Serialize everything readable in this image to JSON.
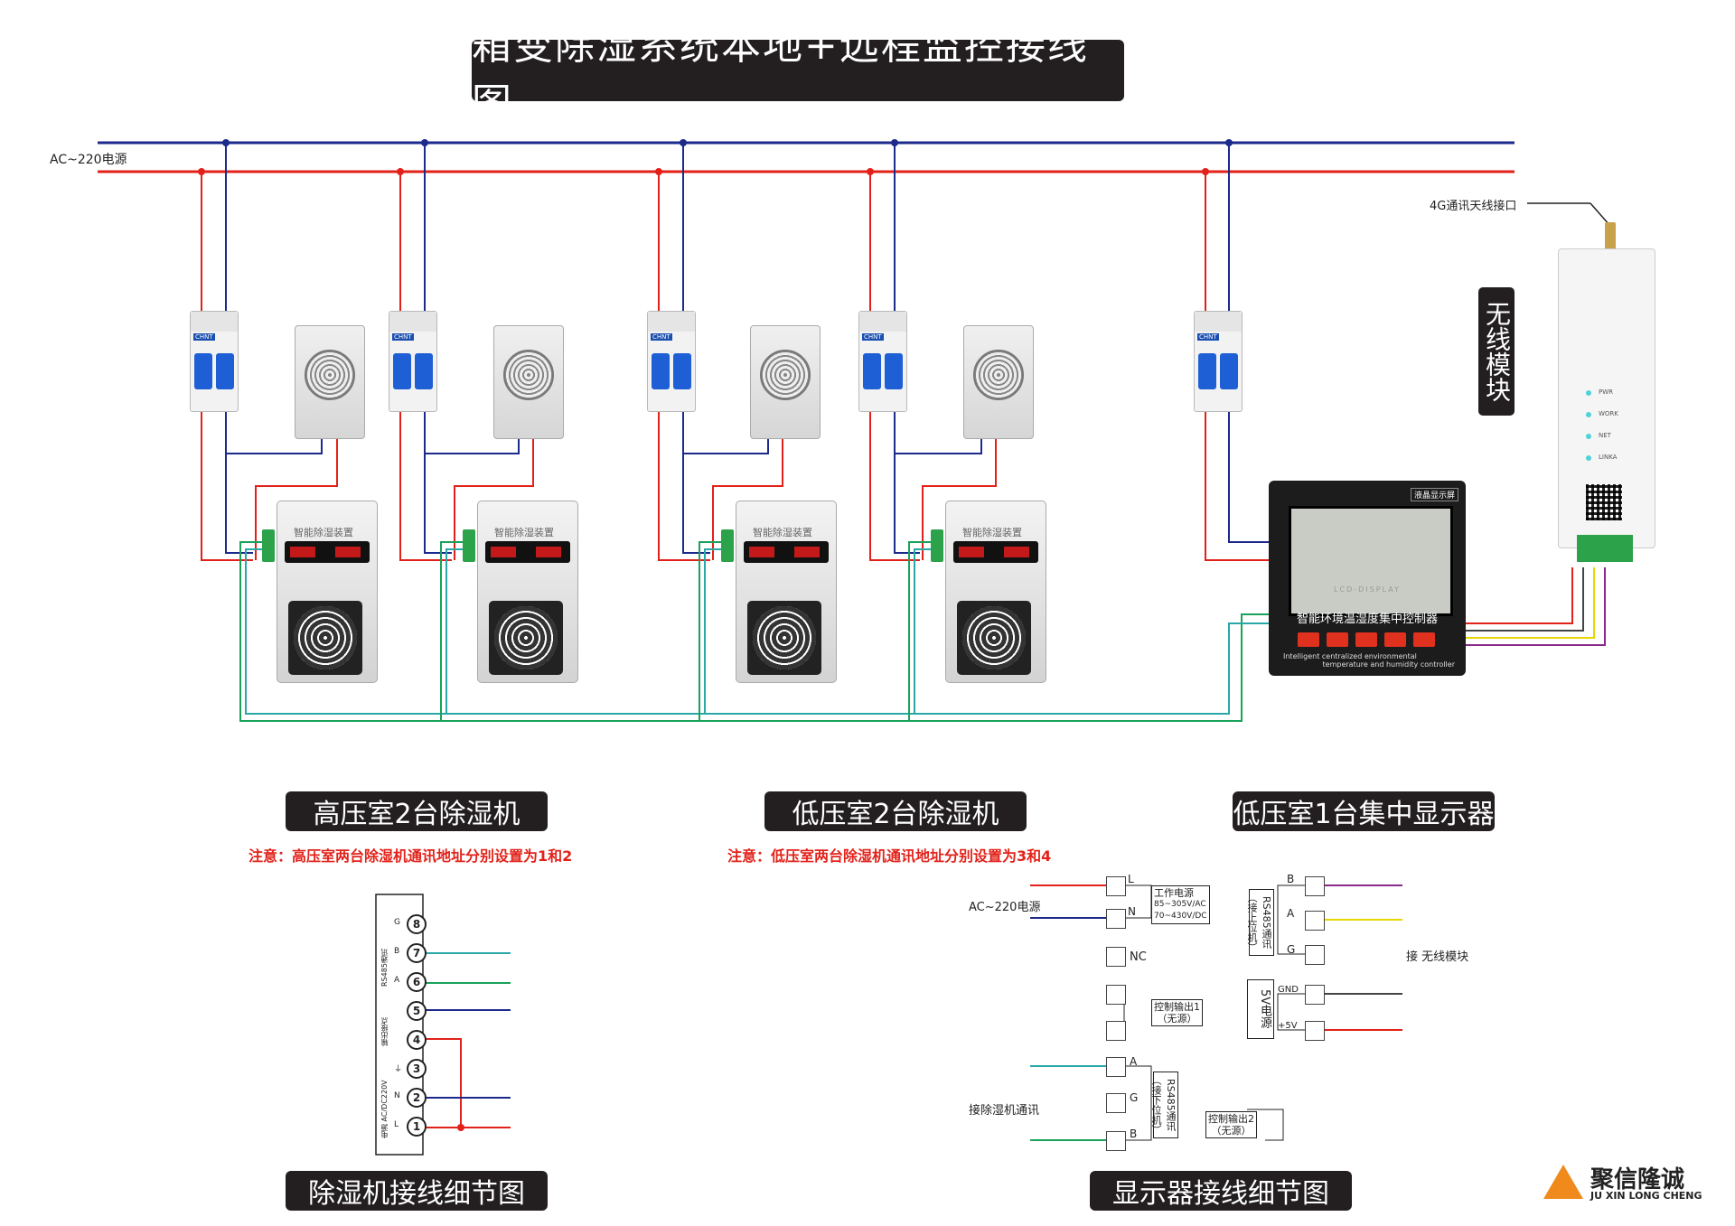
{
  "title": "箱变除湿系统本地+远程监控接线图",
  "power_label": "AC~220电源",
  "antenna_label": "4G通讯天线接口",
  "wireless_module_label": "无线模块",
  "wireless_leds": [
    "PWR",
    "WORK",
    "NET",
    "LINKA"
  ],
  "breaker_brand": "CHNT",
  "dehumidifier_panel_label": "智能除湿装置",
  "controller": {
    "badge": "液晶显示屏",
    "lcd_word": "LCD-DISPLAY",
    "title": "智能环境温湿度集中控制器",
    "subtitle_1": "Intelligent centralized environmental",
    "subtitle_2": "temperature and humidity controller"
  },
  "section_labels": {
    "high_voltage": "高压室2台除湿机",
    "low_voltage": "低压室2台除湿机",
    "display": "低压室1台集中显示器",
    "dehum_detail": "除湿机接线细节图",
    "display_detail": "显示器接线细节图"
  },
  "notes": {
    "high": "注意：高压室两台除湿机通讯地址分别设置为1和2",
    "low": "注意：低压室两台除湿机通讯地址分别设置为3和4"
  },
  "dehum_detail": {
    "terminals": [
      "1",
      "2",
      "3",
      "4",
      "5",
      "6",
      "7",
      "8"
    ],
    "pin_letters": [
      "L",
      "N",
      "⏚",
      "",
      "",
      "A",
      "B",
      "G"
    ],
    "group_power": "电源 AC/DC220V",
    "group_output": "输出接点",
    "group_rs485": "RS485通讯"
  },
  "display_detail": {
    "power_input": "AC~220电源",
    "work_power": "工作电源",
    "work_power_spec1": "85~305V/AC",
    "work_power_spec2": "70~430V/DC",
    "nc": "NC",
    "ctrl_out1": "控制输出1",
    "ctrl_out1_sub": "（无源）",
    "ctrl_out2": "控制输出2",
    "ctrl_out2_sub": "（无源）",
    "rs485_upper": "RS485通讯（接上位机）",
    "rs485_lower": "RS485通讯（接下位机）",
    "five_v": "5V电源",
    "gnd": "GND",
    "plus5v": "+5V",
    "connect_wireless": "接 无线模块",
    "connect_dehum": "接除湿机通讯",
    "pins_left": [
      "L",
      "N",
      "A",
      "G",
      "B"
    ],
    "pins_right": [
      "B",
      "A",
      "G"
    ]
  },
  "logo": {
    "cn": "聚信隆诚",
    "en": "JU XIN LONG CHENG"
  },
  "colors": {
    "live_wire": "#e2221a",
    "neutral_wire": "#1c2a8c",
    "comm_green": "#18a25a",
    "comm_teal": "#2aa8a8",
    "comm_yellow": "#e8d600",
    "comm_purple": "#8a2a8a",
    "label_bg": "#231f20"
  }
}
